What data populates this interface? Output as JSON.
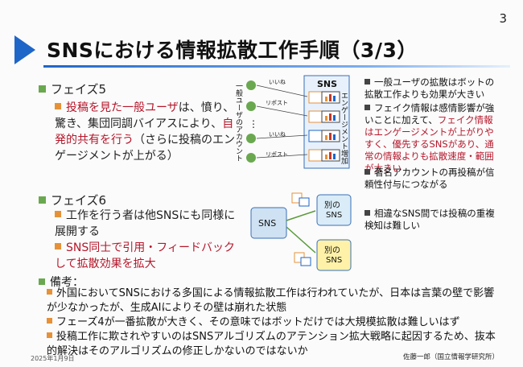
{
  "page_number": "3",
  "title": "SNSにおける情報拡散工作手順（3/3）",
  "phase5": {
    "heading": "フェイズ5",
    "body_part1": "投稿を見た一般ユーザ",
    "body_part2": "は、憤り、驚き、集団同調バイアスにより、",
    "body_part3": "自発的共有を行う",
    "body_part4": "（さらに投稿のエンゲージメントが上がる）"
  },
  "phase6": {
    "heading": "フェイズ6",
    "bullet1": "工作を行う者は他SNSにも同様に展開する",
    "bullet2": "SNS同士で引用・フィードバックして拡散効果を拡大"
  },
  "diagram1": {
    "vertical_label": "一般ユーザのアカウント",
    "like_label": "いいね",
    "repost_label": "リポスト",
    "sns_label": "SNS",
    "engagement_label": "エンゲージメント増加",
    "dots": "⋮"
  },
  "diagram2": {
    "sns_label": "SNS",
    "other_sns_1": "別の\nSNS",
    "other_sns_2": "別の\nSNS"
  },
  "right_notes": {
    "n1": "一般ユーザの拡散はボットの拡散工作よりも効果が大きい",
    "n2_part1": "フェイク情報は感情影響が強いことに加えて、",
    "n2_part2": "フェイク情報はエンゲージメントが上がりやすく、優先するSNSがあり、通常の情報よりも拡散速度・範囲が大きい",
    "n3": "著名アカウントの再投稿が信頼性付与につながる",
    "n4": "相違なSNS間では投稿の重複検知は難しい"
  },
  "notes": {
    "heading": "備考：",
    "item1": "外国においてSNSにおける多国による情報拡散工作は行われていたが、日本は言葉の壁で影響が少なかったが、生成AIによりその壁は崩れた状態",
    "item2": "フェーズ4が一番拡散が大きく、その意味ではボットだけでは大規模拡散は難しいはず",
    "item3": "投稿工作に欺されやすいのはSNSアルゴリズムのアテンション拡大戦略に起因するため、抜本的解決はそのアルゴリズムの修正しかないのではないか"
  },
  "footer": {
    "date": "2025年1月9日",
    "author": "佐藤一郎（国立情報学研究所）"
  },
  "colors": {
    "accent_blue": "#1e66c8",
    "bullet_orange": "#e69138",
    "phase_green": "#6aa84f",
    "emphasis_red": "#b5172b",
    "sns_box": "#cfe2f3",
    "other_sns_1": "#d9ecf7",
    "other_sns_2": "#fff2a8"
  }
}
